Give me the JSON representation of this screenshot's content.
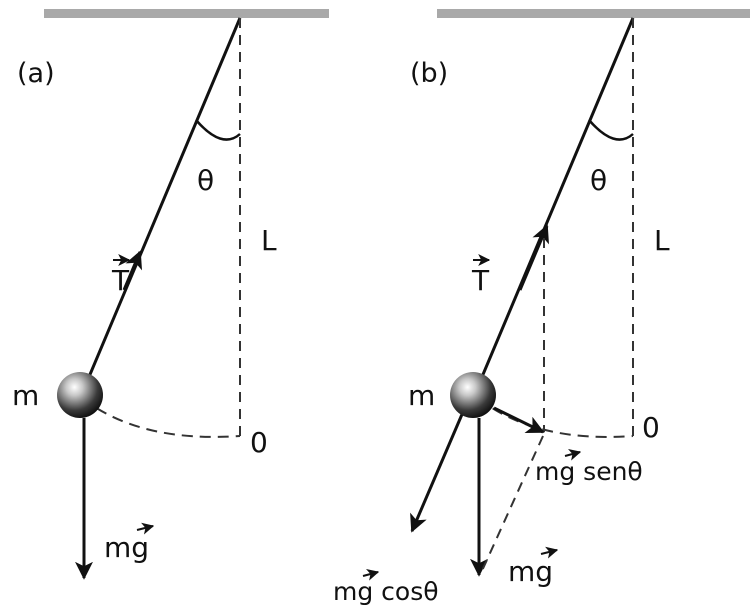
{
  "panel_a": {
    "tag": "(a)",
    "angle": "θ",
    "length": "L",
    "mass": "m",
    "origin": "0",
    "tension": "T",
    "weight": "mg"
  },
  "panel_b": {
    "tag": "(b)",
    "angle": "θ",
    "length": "L",
    "mass": "m",
    "origin": "0",
    "tension": "T",
    "weight": "mg",
    "tangential": "mg senθ",
    "radial": "mg cosθ"
  },
  "colors": {
    "ceiling": "#a9a9a9",
    "ink": "#111111"
  }
}
